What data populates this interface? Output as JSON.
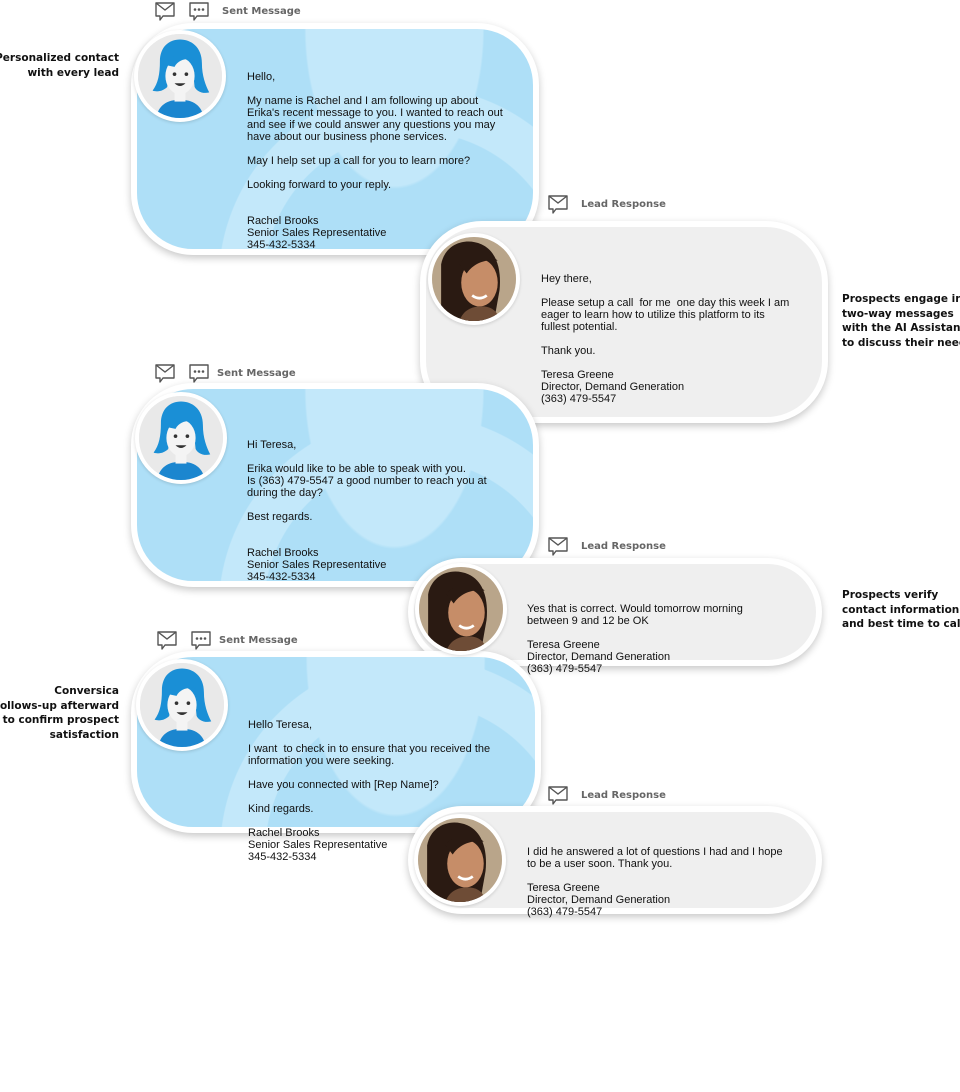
{
  "labels": {
    "sent": "Sent Message",
    "lead": "Lead Response"
  },
  "side_notes": {
    "personalized": "Personalized contact\nwith every lead",
    "engage": "Prospects engage in\ntwo-way messages\nwith the AI Assistant\nto discuss their needs",
    "verify": "Prospects verify\ncontact information\nand best time to call",
    "followup": "Conversica\nfollows-up afterward\nto confirm prospect\nsatisfaction"
  },
  "colors": {
    "sent_bubble": "#aedff7",
    "lead_bubble": "#efefef",
    "avatar_hair": "#1a8fd6"
  },
  "messages": [
    {
      "type": "sent",
      "paragraphs": [
        "Hello,",
        "My name is Rachel and I am following up about\nErika's recent message to you. I wanted to reach out\nand see if we could answer any questions you may\nhave about our business phone services.",
        "May I help set up a call for you to learn more?",
        "Looking forward to your reply."
      ],
      "signature": "Rachel Brooks\nSenior Sales Representative\n345-432-5334"
    },
    {
      "type": "lead",
      "paragraphs": [
        "Hey there,",
        "Please setup a call  for me  one day this week I am\neager to learn how to utilize this platform to its\nfullest potential.",
        "Thank you."
      ],
      "signature": "Teresa Greene\nDirector, Demand Generation\n(363) 479-5547"
    },
    {
      "type": "sent",
      "paragraphs": [
        "Hi Teresa,",
        "Erika would like to be able to speak with you.\nIs (363) 479-5547 a good number to reach you at\nduring the day?",
        "Best regards."
      ],
      "signature": "Rachel Brooks\nSenior Sales Representative\n345-432-5334"
    },
    {
      "type": "lead",
      "paragraphs": [
        "Yes that is correct. Would tomorrow morning\nbetween 9 and 12 be OK"
      ],
      "signature": "Teresa Greene\nDirector, Demand Generation\n(363) 479-5547"
    },
    {
      "type": "sent",
      "paragraphs": [
        "Hello Teresa,",
        "I want  to check in to ensure that you received the\ninformation you were seeking.",
        "Have you connected with [Rep Name]?",
        "Kind regards."
      ],
      "signature": "Rachel Brooks\nSenior Sales Representative\n345-432-5334"
    },
    {
      "type": "lead",
      "paragraphs": [
        "I did he answered a lot of questions I had and I hope\nto be a user soon. Thank you."
      ],
      "signature": "Teresa Greene\nDirector, Demand Generation\n(363) 479-5547"
    }
  ]
}
